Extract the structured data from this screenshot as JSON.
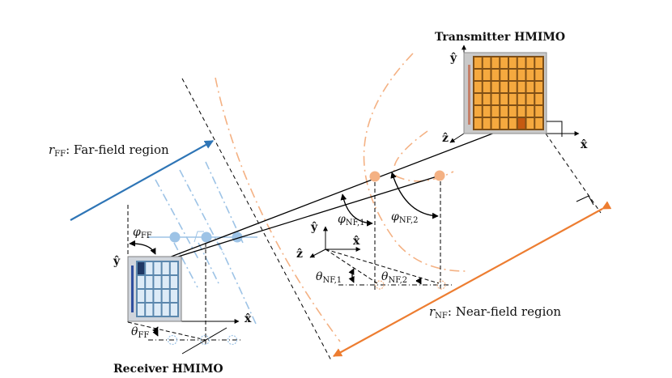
{
  "figure": {
    "transmitter_title": "Transmitter HMIMO",
    "receiver_title": "Receiver HMIMO",
    "far_field_label": {
      "symbol": "r",
      "subscript": "FF",
      "text": ": Far-field region"
    },
    "near_field_label": {
      "symbol": "r",
      "subscript": "NF",
      "text": ": Near-field region"
    },
    "axes": {
      "y": "ŷ",
      "x": "x̂",
      "z": "ẑ"
    },
    "angles": {
      "phi_ff": {
        "symbol": "φ",
        "subscript": "FF"
      },
      "theta_ff": {
        "symbol": "θ",
        "subscript": "FF"
      },
      "phi_nf1": {
        "symbol": "φ",
        "subscript": "NF,1"
      },
      "phi_nf2": {
        "symbol": "φ",
        "subscript": "NF,2"
      },
      "theta_nf1": {
        "symbol": "θ",
        "subscript": "NF,1"
      },
      "theta_nf2": {
        "symbol": "θ",
        "subscript": "NF,2"
      }
    },
    "transmitter_grid": {
      "rows": 6,
      "cols": 8,
      "highlight_row": 6,
      "highlight_col": 6
    },
    "receiver_grid": {
      "rows": 4,
      "cols": 5,
      "highlight_row": 1,
      "highlight_col": 1
    },
    "colors": {
      "far_field_blue": "#2e75b6",
      "far_field_light_blue": "#9dc3e6",
      "near_field_orange": "#ed7d31",
      "near_field_light_orange": "#f4b183",
      "tx_cell": "#f5a93f",
      "tx_frame": "#7f4f16",
      "tx_highlight": "#c55a11",
      "rx_cell": "#ddebf7",
      "rx_frame": "#5b87ad",
      "rx_highlight": "#1f3864",
      "panel_gray": "#c9c9c9"
    }
  }
}
